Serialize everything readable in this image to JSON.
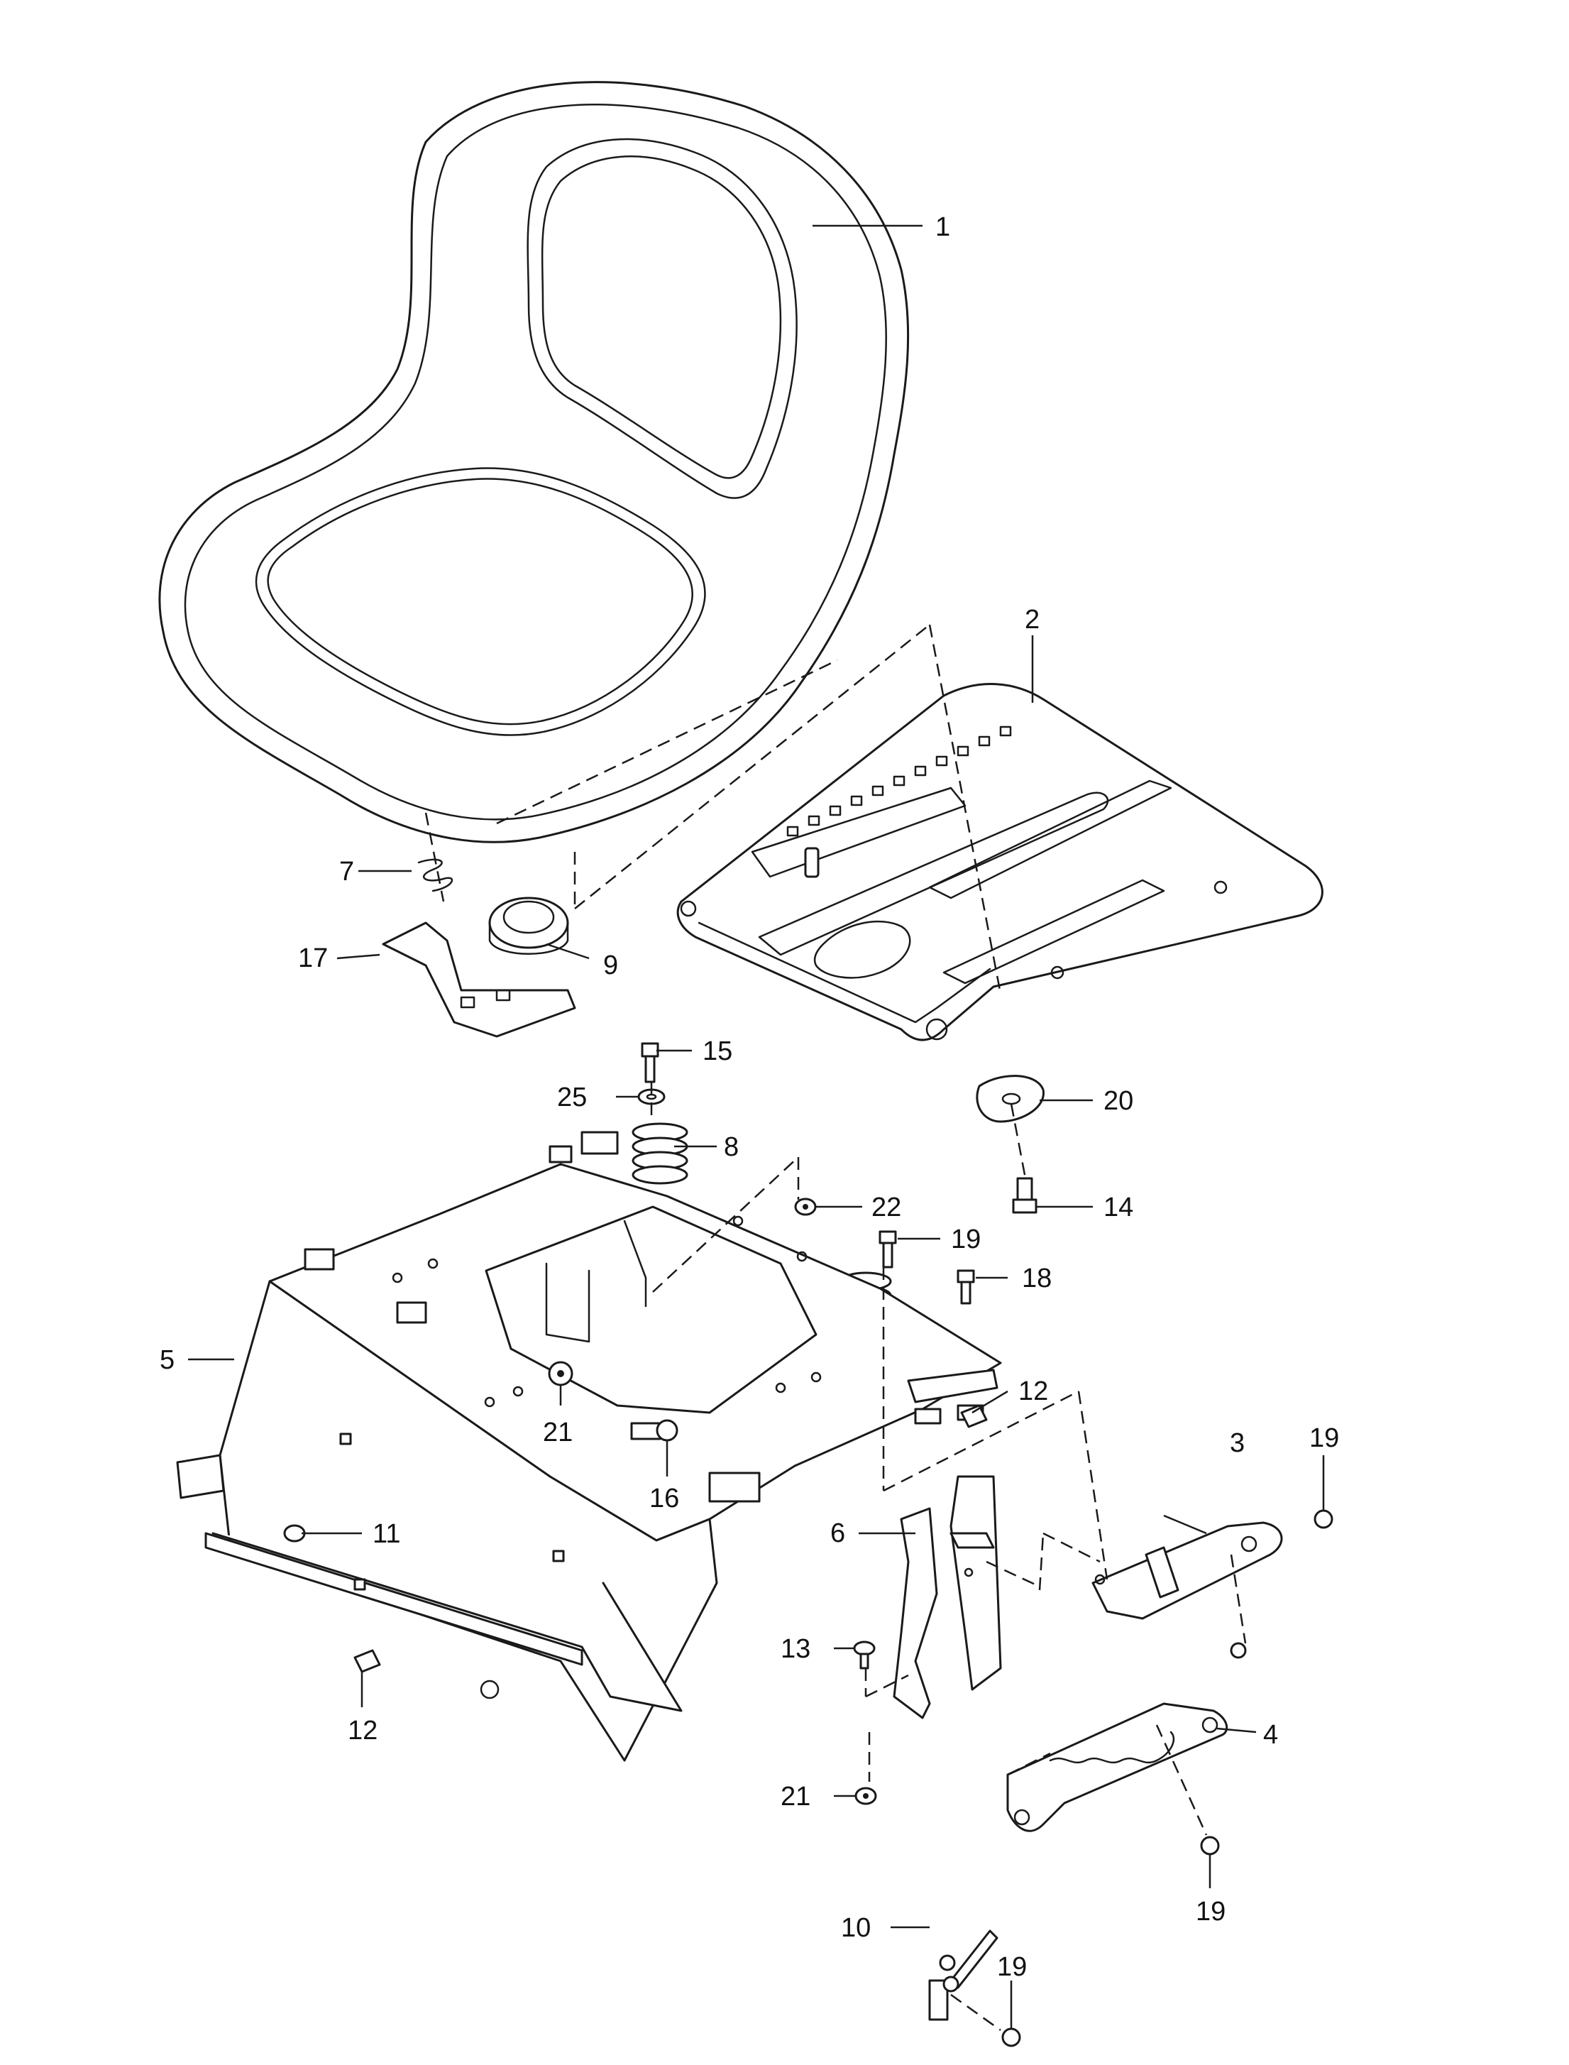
{
  "callouts": {
    "c1": "1",
    "c2": "2",
    "c3": "3",
    "c4": "4",
    "c5": "5",
    "c6": "6",
    "c7": "7",
    "c8": "8",
    "c9": "9",
    "c10": "10",
    "c11": "11",
    "c12a": "12",
    "c12b": "12",
    "c13": "13",
    "c14": "14",
    "c15": "15",
    "c16": "16",
    "c17": "17",
    "c18": "18",
    "c19a": "19",
    "c19b": "19",
    "c19c": "19",
    "c19d": "19",
    "c20": "20",
    "c21a": "21",
    "c21b": "21",
    "c22": "22",
    "c25": "25"
  }
}
